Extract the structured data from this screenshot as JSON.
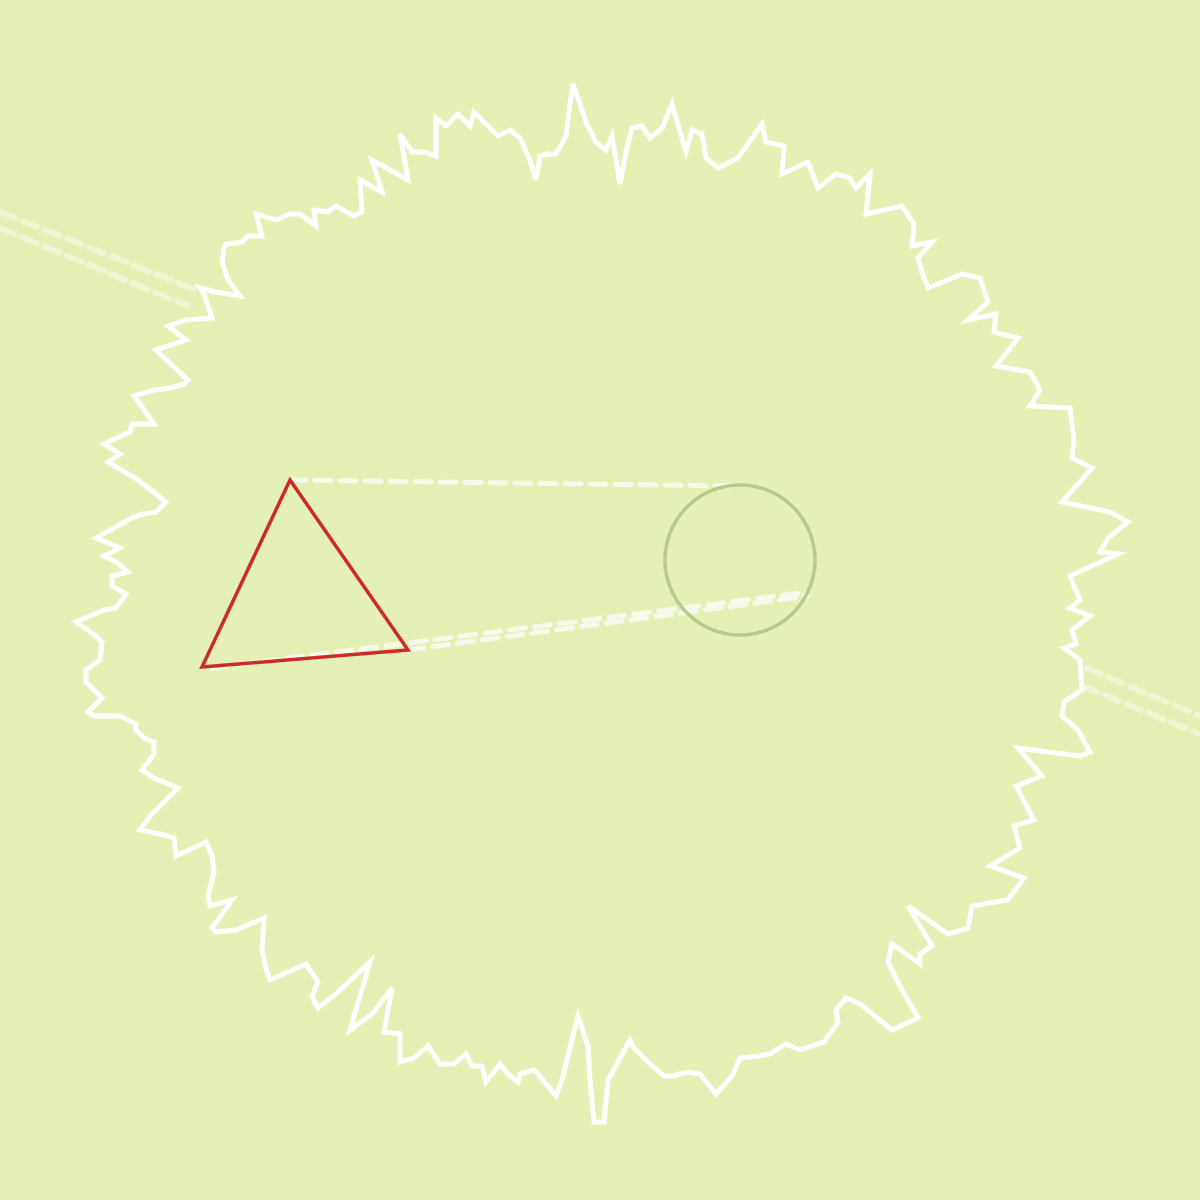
{
  "scene": {
    "background_color": "#e4f0b4",
    "star_outline_color": "#ffffff",
    "triangle_color": "#cc2a2a",
    "circle_color": "#b9c98c",
    "guide_line_color": "#f6faea",
    "offscreen_line_color": "#f2f8dc",
    "shapes": [
      "spiky-star-outline",
      "triangle",
      "circle"
    ],
    "line_style": "dashed"
  }
}
